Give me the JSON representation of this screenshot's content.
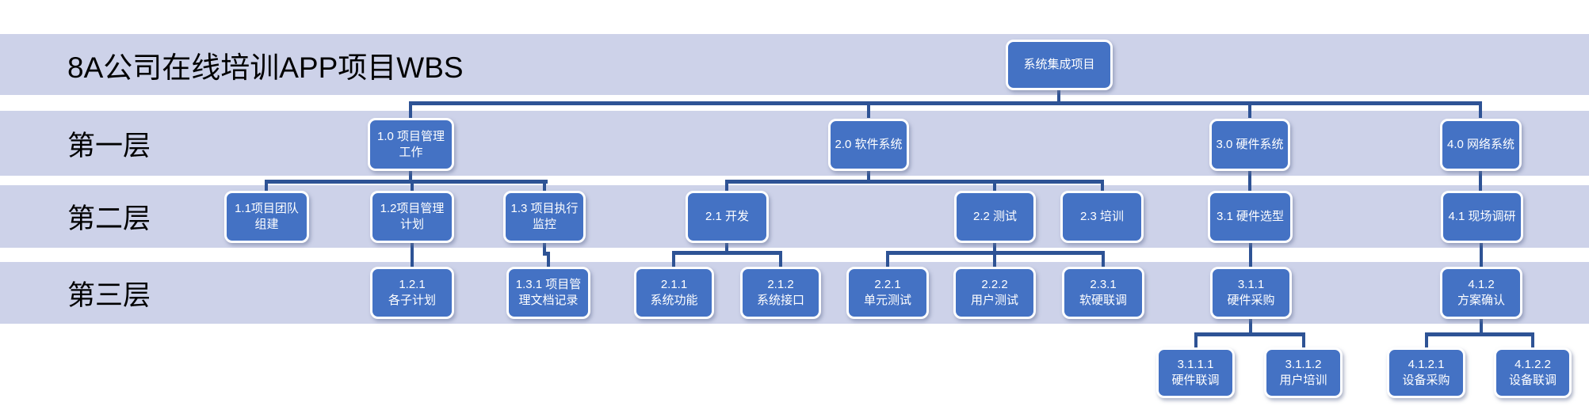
{
  "title": "8A公司在线培训APP项目WBS",
  "rows": [
    {
      "label": "第一层"
    },
    {
      "label": "第二层"
    },
    {
      "label": "第三层"
    }
  ],
  "colors": {
    "band_fill": "#CDD2E9",
    "node_fill": "#4472C4",
    "node_border": "#FFFFFF",
    "node_text": "#FFFFFF",
    "connector": "#2E5395",
    "label_text": "#000000",
    "page_background": "#FFFFFF"
  },
  "nodes": {
    "root": {
      "lines": [
        "系统集成项目"
      ]
    },
    "n10": {
      "lines": [
        "1.0 项目管理",
        "工作"
      ]
    },
    "n20": {
      "lines": [
        "2.0 软件系统"
      ]
    },
    "n30": {
      "lines": [
        "3.0 硬件系统"
      ]
    },
    "n40": {
      "lines": [
        "4.0 网络系统"
      ]
    },
    "n11": {
      "lines": [
        "1.1项目团队",
        "组建"
      ]
    },
    "n12": {
      "lines": [
        "1.2项目管理",
        "计划"
      ]
    },
    "n13": {
      "lines": [
        "1.3 项目执行",
        "监控"
      ]
    },
    "n21": {
      "lines": [
        "2.1 开发"
      ]
    },
    "n22": {
      "lines": [
        "2.2 测试"
      ]
    },
    "n23": {
      "lines": [
        "2.3 培训"
      ]
    },
    "n31": {
      "lines": [
        "3.1 硬件选型"
      ]
    },
    "n41": {
      "lines": [
        "4.1 现场调研"
      ]
    },
    "n121": {
      "lines": [
        "1.2.1",
        "各子计划"
      ]
    },
    "n131": {
      "lines": [
        "1.3.1 项目管",
        "理文档记录"
      ]
    },
    "n211": {
      "lines": [
        "2.1.1",
        "系统功能"
      ]
    },
    "n212": {
      "lines": [
        "2.1.2",
        "系统接口"
      ]
    },
    "n221": {
      "lines": [
        "2.2.1",
        "单元测试"
      ]
    },
    "n222": {
      "lines": [
        "2.2.2",
        "用户测试"
      ]
    },
    "n231": {
      "lines": [
        "2.3.1",
        "软硬联调"
      ]
    },
    "n311": {
      "lines": [
        "3.1.1",
        "硬件采购"
      ]
    },
    "n412": {
      "lines": [
        "4.1.2",
        "方案确认"
      ]
    },
    "n3111": {
      "lines": [
        "3.1.1.1",
        "硬件联调"
      ]
    },
    "n3112": {
      "lines": [
        "3.1.1.2",
        "用户培训"
      ]
    },
    "n4121": {
      "lines": [
        "4.1.2.1",
        "设备采购"
      ]
    },
    "n4122": {
      "lines": [
        "4.1.2.2",
        "设备联调"
      ]
    }
  },
  "edges": [
    [
      "系统集成项目",
      "1.0"
    ],
    [
      "系统集成项目",
      "2.0"
    ],
    [
      "系统集成项目",
      "3.0"
    ],
    [
      "系统集成项目",
      "4.0"
    ],
    [
      "1.0",
      "1.1"
    ],
    [
      "1.0",
      "1.2"
    ],
    [
      "1.0",
      "1.3"
    ],
    [
      "2.0",
      "2.1"
    ],
    [
      "2.0",
      "2.2"
    ],
    [
      "2.0",
      "2.3"
    ],
    [
      "3.0",
      "3.1"
    ],
    [
      "4.0",
      "4.1"
    ],
    [
      "1.2",
      "1.2.1"
    ],
    [
      "1.3",
      "1.3.1"
    ],
    [
      "2.1",
      "2.1.1"
    ],
    [
      "2.1",
      "2.1.2"
    ],
    [
      "2.2",
      "2.2.1"
    ],
    [
      "2.2",
      "2.2.2"
    ],
    [
      "2.3",
      "2.3.1"
    ],
    [
      "3.1",
      "3.1.1"
    ],
    [
      "4.1",
      "4.1.2"
    ],
    [
      "3.1.1",
      "3.1.1.1"
    ],
    [
      "3.1.1",
      "3.1.1.2"
    ],
    [
      "4.1.2",
      "4.1.2.1"
    ],
    [
      "4.1.2",
      "4.1.2.2"
    ]
  ]
}
